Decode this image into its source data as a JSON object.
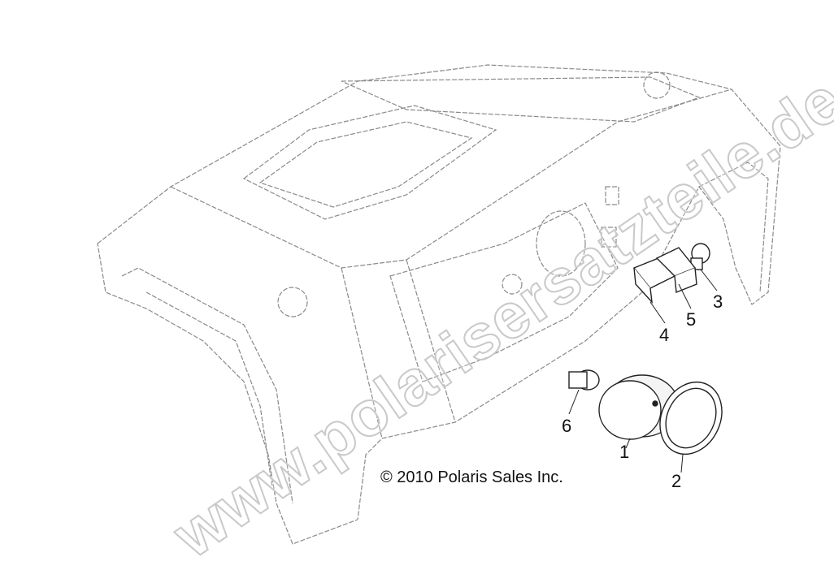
{
  "copyright": "© 2010 Polaris Sales Inc.",
  "watermark": "www.polarisersatzteile.de",
  "callouts": [
    "1",
    "2",
    "3",
    "4",
    "5",
    "6"
  ],
  "parts": [
    {
      "callout": "1",
      "icon": "gauge-housing"
    },
    {
      "callout": "2",
      "icon": "gauge-bezel-ring"
    },
    {
      "callout": "3",
      "icon": "indicator-light"
    },
    {
      "callout": "4",
      "icon": "rocker-switch"
    },
    {
      "callout": "5",
      "icon": "rocker-switch"
    },
    {
      "callout": "6",
      "icon": "ignition-switch"
    }
  ]
}
